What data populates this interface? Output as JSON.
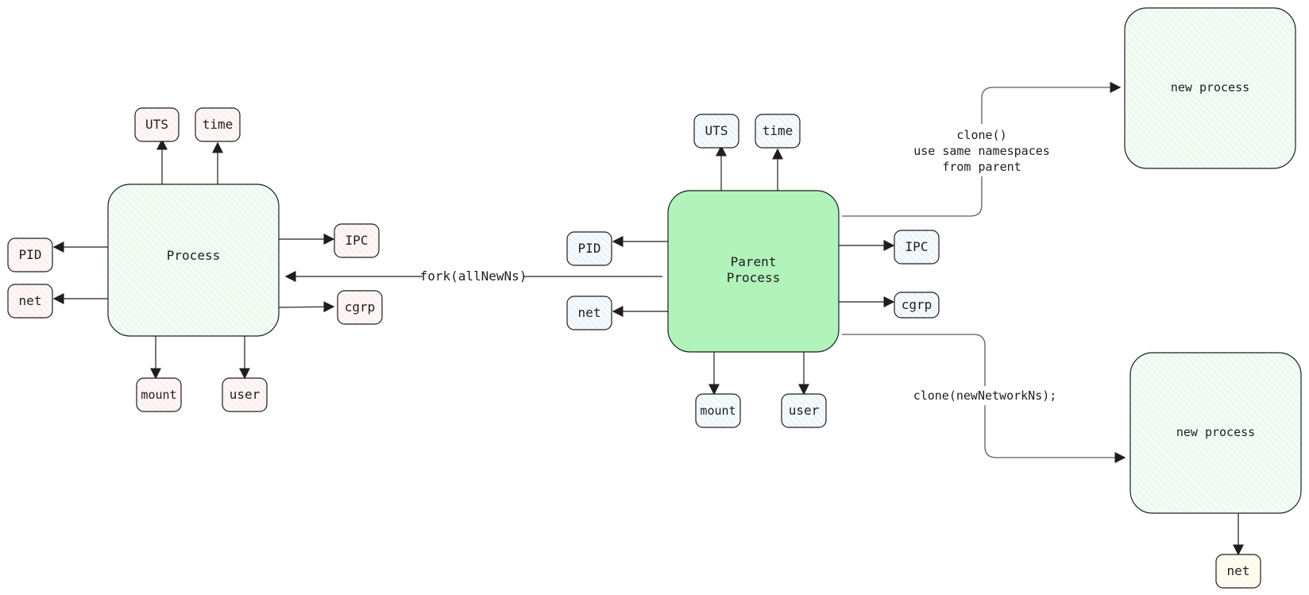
{
  "colors": {
    "stroke": "#1e1e1e",
    "process_fill": "#ebfaef",
    "parent_fill": "#b2f2bb",
    "red_ns_fill": "#fff0f0",
    "blue_ns_fill": "#eef6fb",
    "yellow_ns_fill": "#fffbea"
  },
  "left_diagram": {
    "process_label": "Process",
    "namespaces": {
      "uts": "UTS",
      "time": "time",
      "pid": "PID",
      "net": "net",
      "ipc": "IPC",
      "cgrp": "cgrp",
      "mount": "mount",
      "user": "user"
    }
  },
  "fork_label": "fork(allNewNs)",
  "parent_diagram": {
    "process_label_line1": "Parent",
    "process_label_line2": "Process",
    "namespaces": {
      "uts": "UTS",
      "time": "time",
      "pid": "PID",
      "net": "net",
      "ipc": "IPC",
      "cgrp": "cgrp",
      "mount": "mount",
      "user": "user"
    }
  },
  "clone_same": {
    "label_line1": "clone()",
    "label_line2": "use same namespaces",
    "label_line3": "from parent",
    "target_label": "new process"
  },
  "clone_net": {
    "label": "clone(newNetworkNs);",
    "target_label": "new process",
    "net_label": "net"
  }
}
